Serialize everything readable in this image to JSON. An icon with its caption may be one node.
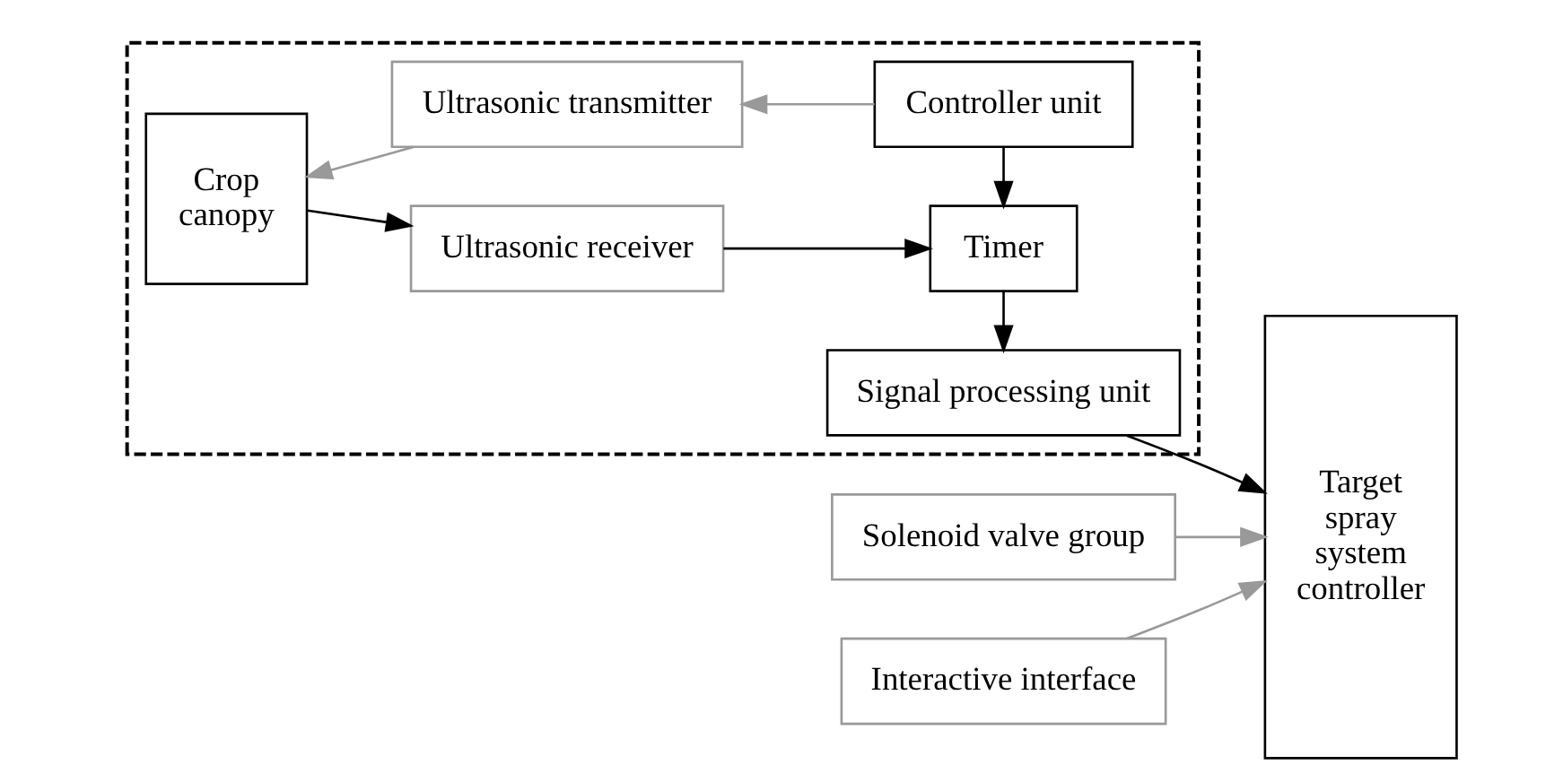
{
  "diagram": {
    "nodes": [
      {
        "text": [],
        "shape": "box"
      },
      {
        "text": [
          "Crop canopy"
        ],
        "in": 0
      },
      {
        "text": [
          "Ultrasonic transmitter"
        ],
        "in": 0
      },
      {
        "text": [
          "Controller unit"
        ],
        "in": 0
      },
      {
        "text": [
          "Ultrasonic receiver"
        ],
        "in": 0
      },
      {
        "text": [
          "Timer"
        ],
        "in": 0
      },
      {
        "text": [
          "Signal processing unit"
        ],
        "in": 0
      },
      {
        "text": [
          "Target spray system controller"
        ]
      },
      {
        "text": [
          "Solenoid valve group"
        ]
      },
      {
        "text": [
          "Interactive interface"
        ]
      }
    ],
    "edges": [
      {
        "from": 3,
        "to": 2,
        "arrow": "to",
        "color": "#999999"
      },
      {
        "from": 2,
        "to": 1,
        "arrow": "to",
        "color": "#999999"
      },
      {
        "from": 1,
        "to": 4,
        "arrow": "to"
      },
      {
        "from": 4,
        "to": 5,
        "arrow": "to"
      },
      {
        "from": 3,
        "to": 5,
        "arrow": "to"
      },
      {
        "from": 5,
        "to": 6,
        "arrow": "to"
      },
      {
        "from": 6,
        "to": 7,
        "arrow": "to"
      },
      {
        "from": 8,
        "to": 7,
        "arrow": "to",
        "color": "#999999"
      },
      {
        "from": 9,
        "to": 7,
        "arrow": "to",
        "color": "#999999"
      }
    ]
  }
}
